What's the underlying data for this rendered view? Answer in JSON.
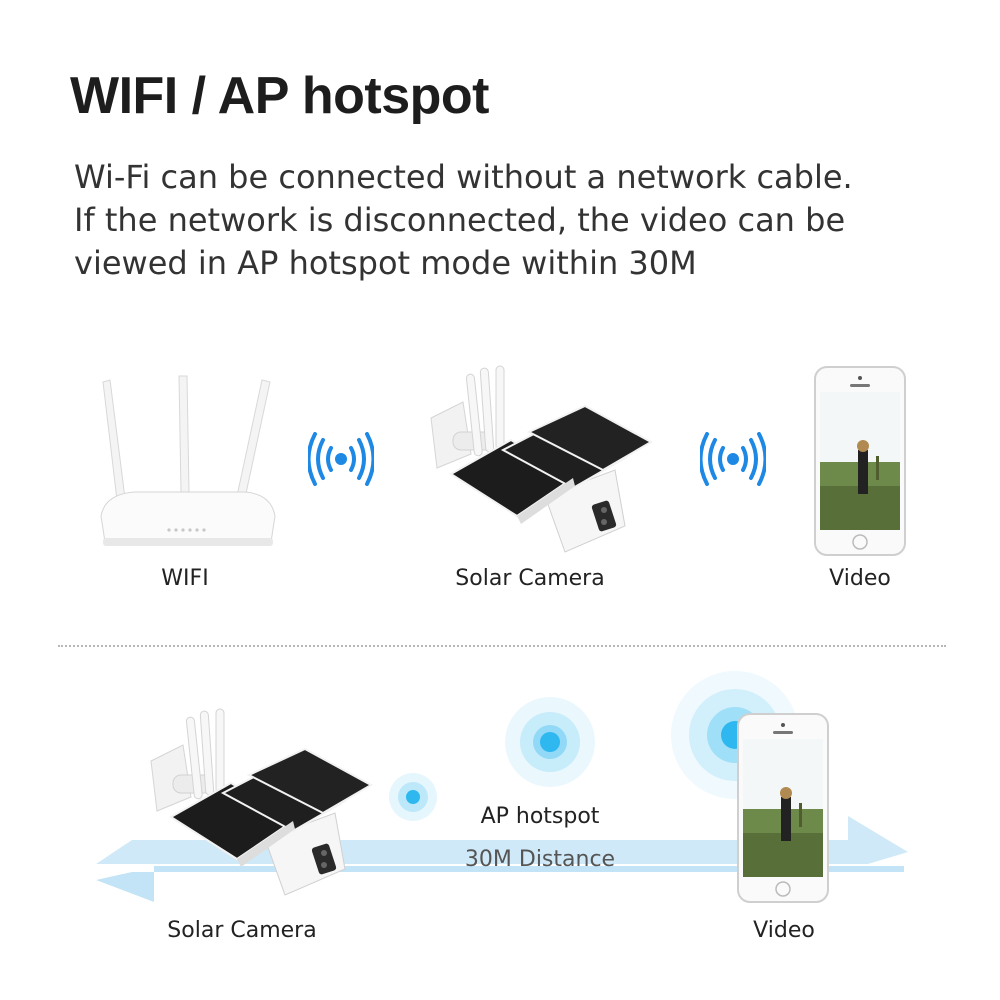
{
  "header": {
    "title": "WIFI / AP hotspot",
    "description_lines": [
      "Wi-Fi can be connected without a network cable.",
      "If the network is disconnected, the video can be",
      "viewed in AP hotspot mode within 30M"
    ]
  },
  "top_row": {
    "wifi_label": "WIFI",
    "camera_label": "Solar Camera",
    "video_label": "Video"
  },
  "bottom_row": {
    "camera_label": "Solar Camera",
    "hotspot_label": "AP hotspot",
    "distance_label": "30M Distance",
    "video_label": "Video"
  },
  "colors": {
    "signal_blue": "#1e88e5",
    "arrow_blue": "#cfe9f8",
    "ripple_blue": "#2fb8f0"
  }
}
